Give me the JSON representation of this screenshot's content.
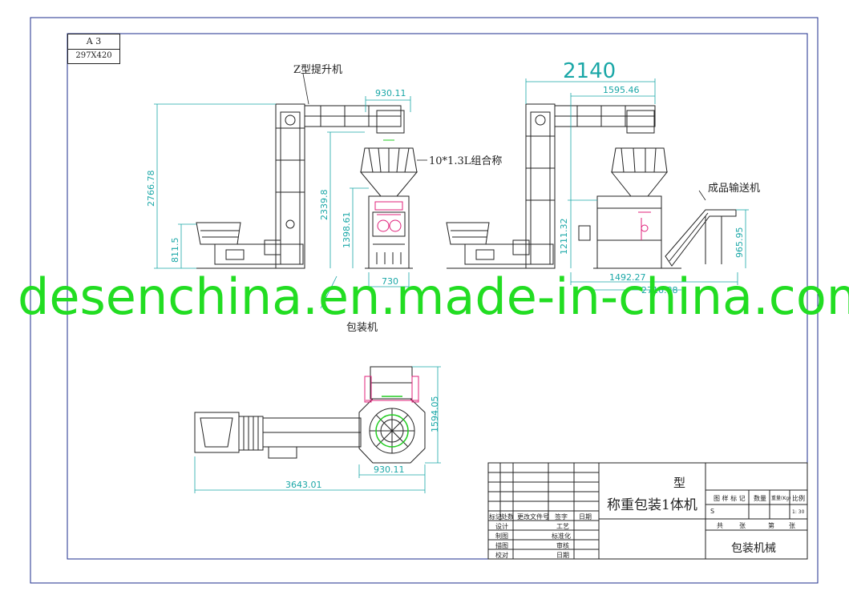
{
  "sheet": {
    "size_label": "A 3",
    "size_dims": "297X420"
  },
  "labels": {
    "elevator": "Z型提升机",
    "weigher": "10*1.3L组合称",
    "conveyor": "成品输送机",
    "packer": "包装机"
  },
  "dimensions": {
    "front_top_width": "930.11",
    "front_total_height": "2766.78",
    "front_mid_height": "2339.8",
    "front_packer_height": "1398.61",
    "front_low_height": "811.5",
    "front_base_width": "730",
    "side_overall": "2140",
    "side_top_width": "1595.46",
    "side_conveyor_height": "1211.32",
    "side_right_height": "965.95",
    "side_base_width": "1492.27",
    "side_extra": "2716.88",
    "plan_height": "1594.05",
    "plan_width": "930.11",
    "plan_length": "3643.01"
  },
  "watermark": "desenchina.en.made-in-china.com",
  "title_block": {
    "type_label": "型",
    "product_name": "称重包装1体机",
    "company": "包装机械",
    "col_headers": [
      "标记",
      "处数",
      "更改文件号",
      "签字",
      "日期"
    ],
    "rows_left": [
      "设计",
      "制图",
      "描图",
      "校对"
    ],
    "rows_mid": [
      "工艺",
      "标准化",
      "审核",
      "日期"
    ],
    "right_header": [
      "图 样 标 记",
      "数量",
      "重量(Kg)",
      "比例"
    ],
    "s_mark": "S",
    "scale": "1: 30",
    "sheets_total": "共",
    "sheets_unit": "张",
    "sheet_no": "第",
    "sheet_unit": "张"
  },
  "colors": {
    "frame": "#1c2c8c",
    "dimension": "#1aa7a7",
    "machine": "#222222",
    "highlight": "#e0207a",
    "watermark": "#22dd22"
  }
}
